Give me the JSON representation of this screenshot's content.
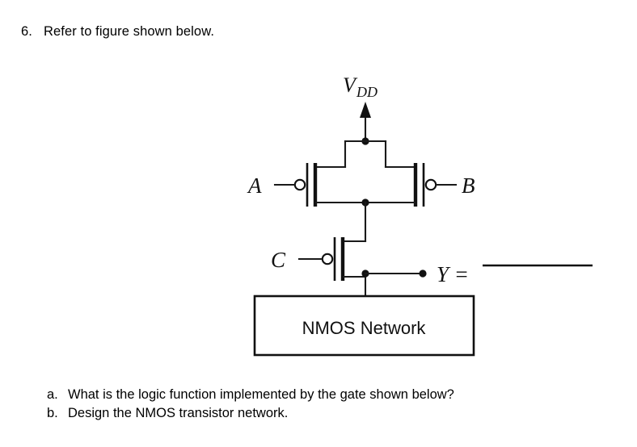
{
  "question": {
    "number": "6.",
    "prompt": "Refer to figure shown below."
  },
  "figure": {
    "supply_label_main": "V",
    "supply_label_sub": "DD",
    "inputs": {
      "a": "A",
      "b": "B",
      "c": "C"
    },
    "output_label": "Y =",
    "nmos_box_label": "NMOS Network",
    "icons": {
      "supply_arrow": "up-arrow-icon",
      "pmos_a": "pmos-transistor-icon",
      "pmos_b": "pmos-transistor-icon",
      "pmos_c": "pmos-transistor-icon",
      "bubble": "inversion-bubble-icon",
      "junction": "junction-dot-icon",
      "terminal": "terminal-dot-icon",
      "answer_blank": "answer-blank-line"
    },
    "colors": {
      "ink": "#111111",
      "background": "#ffffff"
    }
  },
  "sub_questions": [
    {
      "marker": "a.",
      "text": "What is the logic function implemented by the gate shown below?"
    },
    {
      "marker": "b.",
      "text": "Design the NMOS transistor network."
    }
  ]
}
